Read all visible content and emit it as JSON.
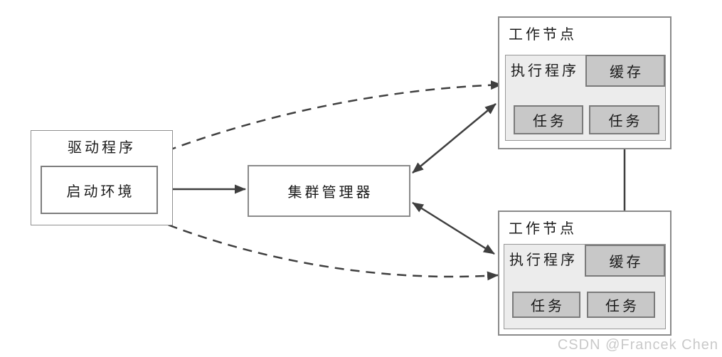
{
  "driver": {
    "title": "驱动程序",
    "context_label": "启动环境"
  },
  "cluster_manager": {
    "label": "集群管理器"
  },
  "workers": [
    {
      "title": "工作节点",
      "executor_label": "执行程序",
      "cache_label": "缓存",
      "tasks": [
        "任务",
        "任务"
      ]
    },
    {
      "title": "工作节点",
      "executor_label": "执行程序",
      "cache_label": "缓存",
      "tasks": [
        "任务",
        "任务"
      ]
    }
  ],
  "watermark": "CSDN @Francek Chen",
  "colors": {
    "line": "#3f3f3f",
    "box_border": "#8a8a8a",
    "executor_bg": "#ececec",
    "block_bg": "#c8c8c8",
    "block_border": "#7a7a7a",
    "watermark": "#c9c9c9"
  }
}
